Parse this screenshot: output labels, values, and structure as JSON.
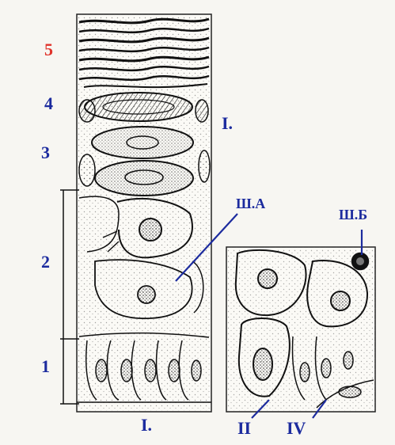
{
  "figure": {
    "layer_labels": [
      "5",
      "4",
      "3",
      "2",
      "1"
    ],
    "panel_labels": {
      "right_of_main": "I.",
      "bottom_of_main": "I.",
      "pointer_a": "Ш.А",
      "pointer_b": "Ш.Б",
      "bottom_left_inset": "II",
      "bottom_right_inset": "IV"
    },
    "colors": {
      "label_blue": "#1c2b9e",
      "label_red": "#e0332b",
      "ink": "#222222",
      "paper": "#f7f6f2"
    }
  }
}
